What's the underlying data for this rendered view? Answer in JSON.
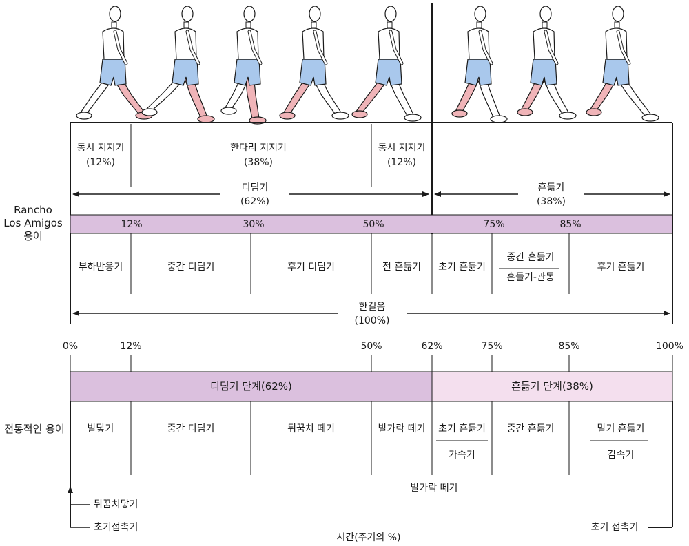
{
  "colors": {
    "stance_bar": "#dbc0de",
    "swing_bar": "#f4dfee",
    "band": "#dbc0de",
    "leg_highlight": "#f0b4b8",
    "shorts": "#a9c8ec",
    "line": "#1a1a1a"
  },
  "walker_figures": 8,
  "rancho": {
    "side_label": "Rancho\nLos Amigos\n용어",
    "dbl_support_left": "동시 지지기\n(12%)",
    "single_support": "한다리 지지기\n(38%)",
    "dbl_support_right": "동시 지지기\n(12%)",
    "stance": "디딤기\n(62%)",
    "swing": "흔듦기\n(38%)",
    "band_ticks": [
      "12%",
      "30%",
      "50%",
      "75%",
      "85%"
    ],
    "phases": {
      "loading": "부하반응기",
      "midstance": "중간 디딤기",
      "terminal_stance": "후기 디딤기",
      "preswing": "전 흔듦기",
      "initial_swing": "초기 흔듦기",
      "mid_swing_top": "중간 흔듦기",
      "mid_swing_bottom": "흔들기-관통",
      "terminal_swing": "후기 흔듦기"
    },
    "stride": "한걸음\n(100%)"
  },
  "axis_ticks": [
    "0%",
    "12%",
    "50%",
    "62%",
    "75%",
    "85%",
    "100%"
  ],
  "traditional": {
    "stance_bar": "디딤기 단계(62%)",
    "swing_bar": "흔듦기 단계(38%)",
    "side_label": "전통적인 용어",
    "phases": {
      "heel_strike": "발닿기",
      "midstance": "중간 디딤기",
      "heel_off": "뒤꿈치 떼기",
      "toe_off": "발가락 떼기",
      "initial_swing_top": "초기 흔듦기",
      "initial_swing_bottom": "가속기",
      "mid_swing": "중간 흔듦기",
      "terminal_swing_top": "말기 흔듦기",
      "terminal_swing_bottom": "감속기"
    },
    "toe_off_callout": "발가락 떼기",
    "heel_contact": "뒤꿈치닿기",
    "initial_contact_left": "초기접촉기",
    "initial_contact_right": "초기 접촉기",
    "time_axis": "시간(주기의 %)"
  }
}
